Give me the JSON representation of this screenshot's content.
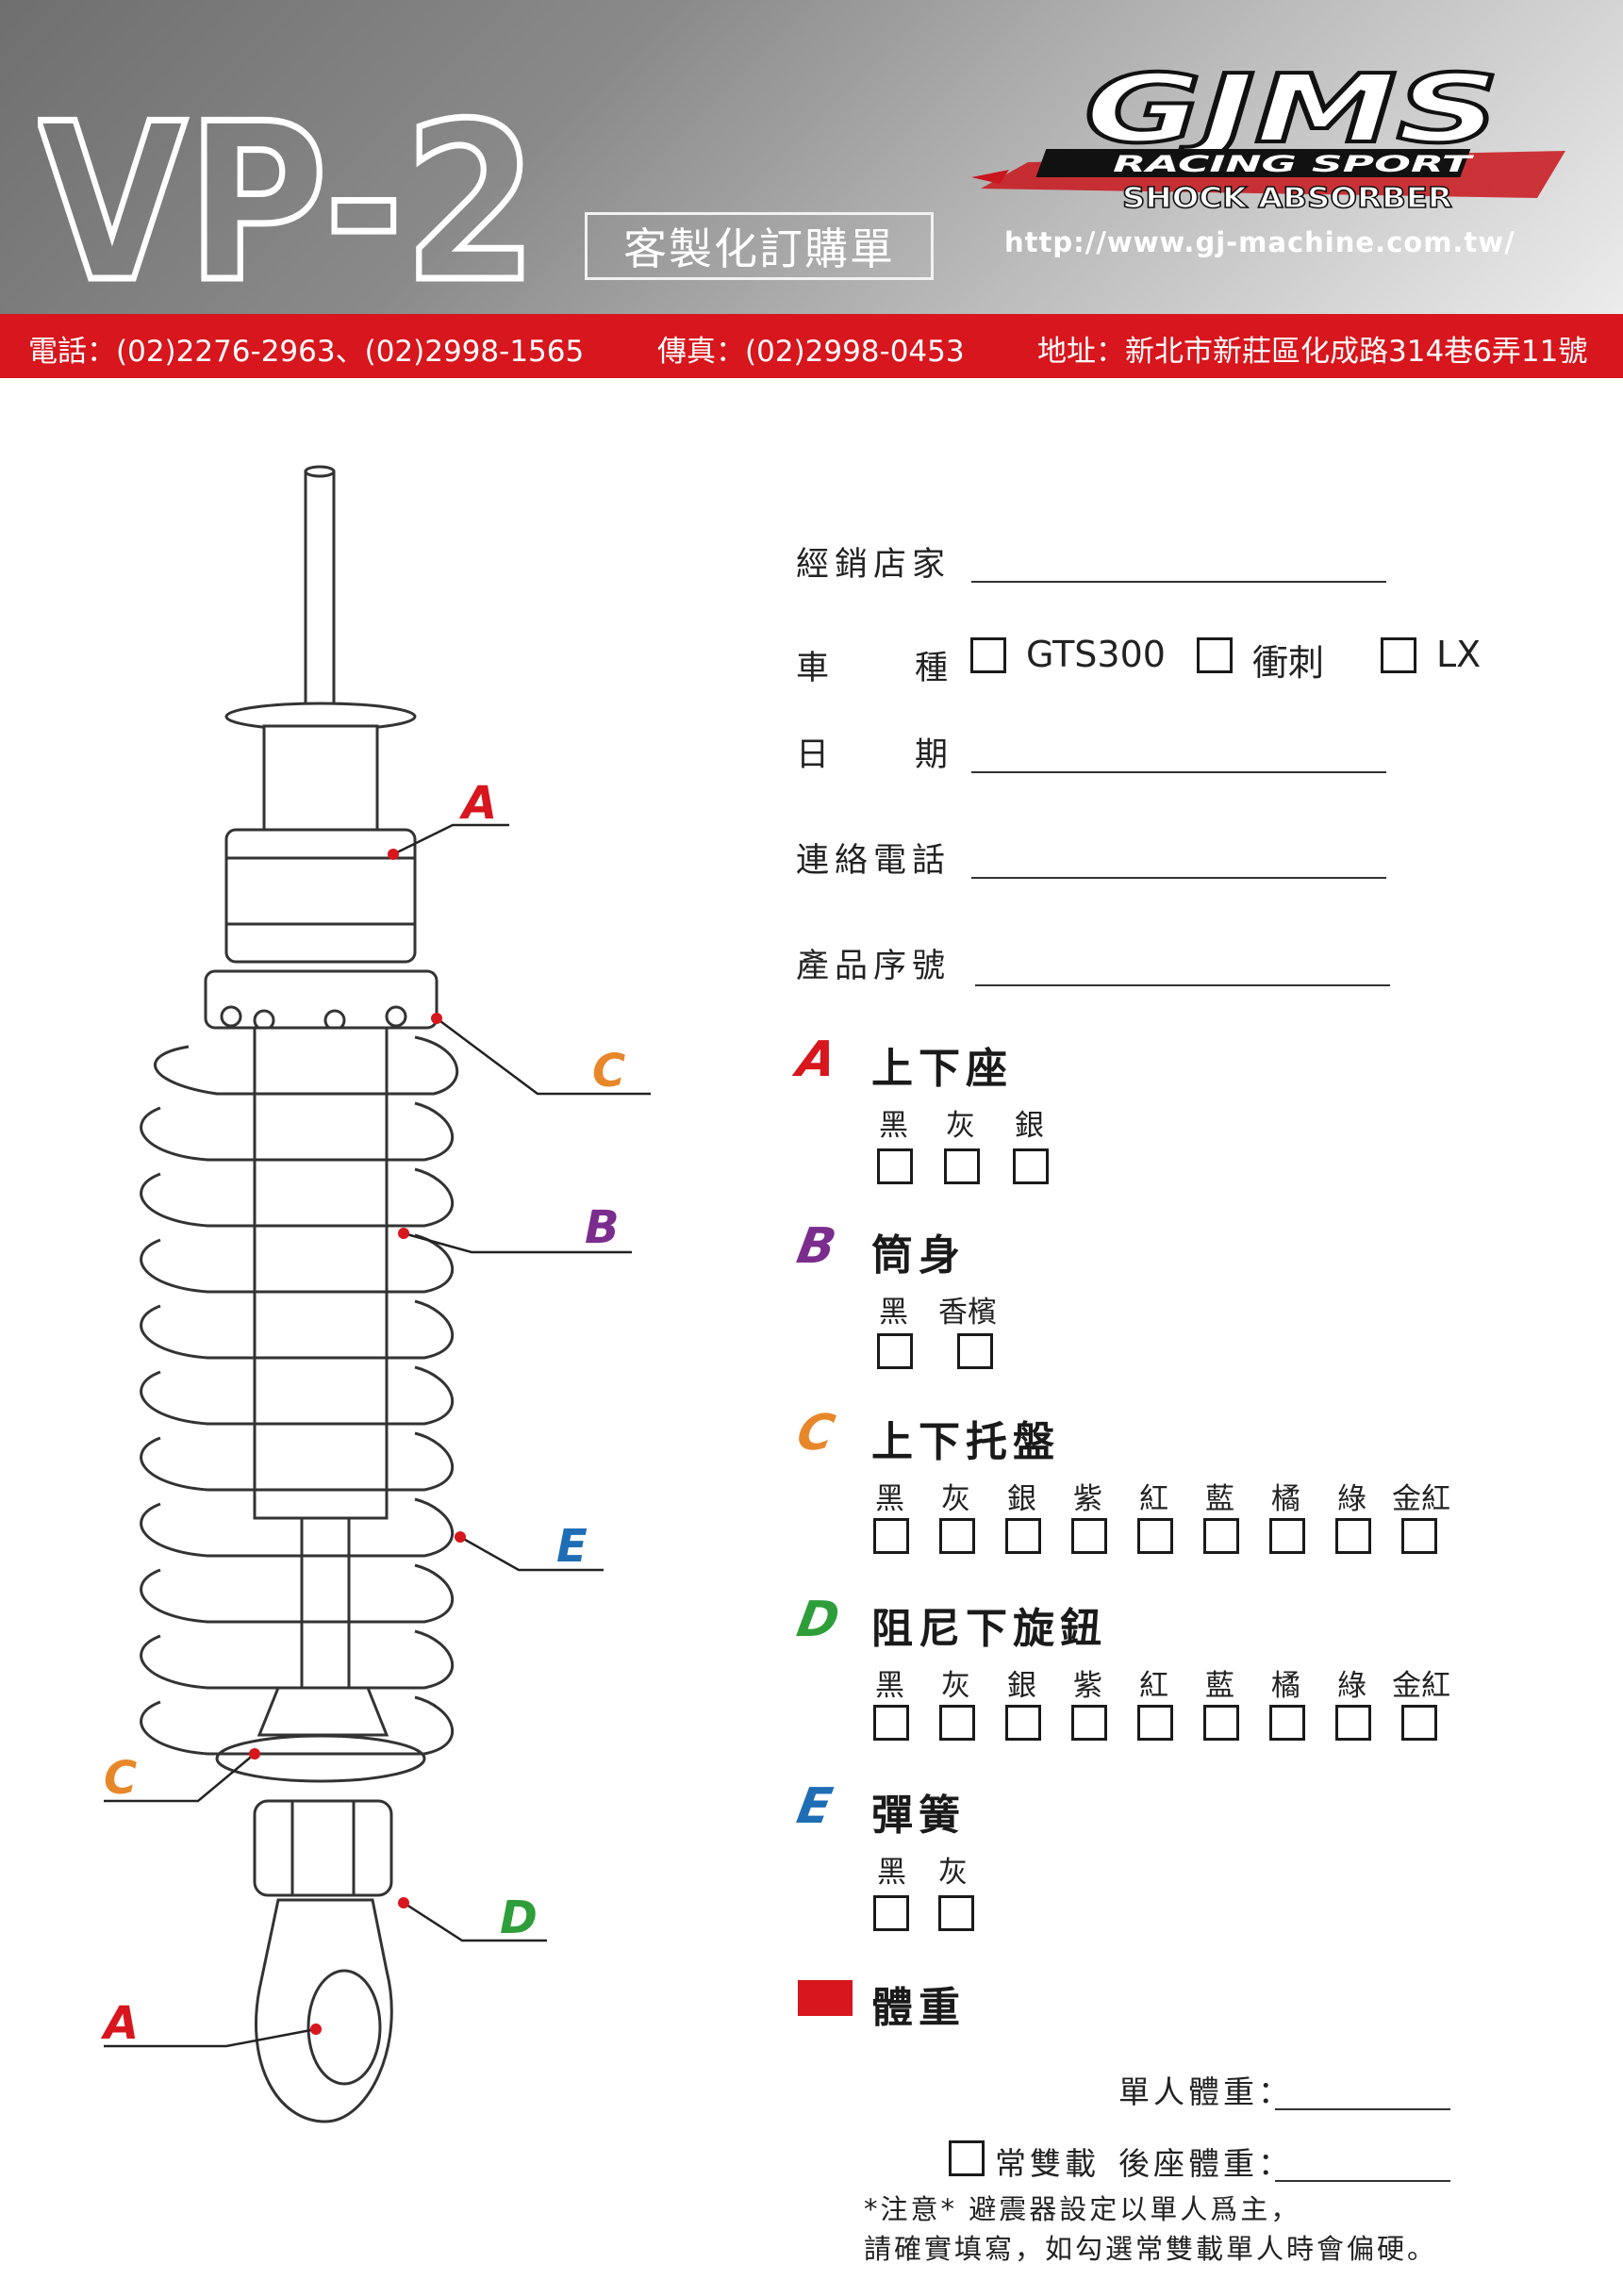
{
  "header": {
    "model": "VP-2",
    "subtitle": "客製化訂購單",
    "logo_main": "GJMS",
    "logo_racing": "RACING SPORT",
    "logo_shock": "SHOCK ABSORBER",
    "website": "http://www.gj-machine.com.tw/"
  },
  "contact": {
    "phone": "電話：(02)2276-2963、(02)2998-1565",
    "fax": "傳真：(02)2998-0453",
    "address": "地址：新北市新莊區化成路314巷6弄11號"
  },
  "diagram_labels": {
    "A": "A",
    "B": "B",
    "C": "C",
    "D": "D",
    "E": "E"
  },
  "form": {
    "dealer_label": "經銷店家",
    "vehicle_label_1": "車",
    "vehicle_label_2": "種",
    "vehicle_options": [
      "GTS300",
      "衝刺",
      "LX"
    ],
    "date_label_1": "日",
    "date_label_2": "期",
    "phone_label": "連絡電話",
    "serial_label": "產品序號"
  },
  "sections": {
    "A": {
      "letter": "A",
      "title": "上下座",
      "options": [
        "黑",
        "灰",
        "銀"
      ],
      "color": "#d7161d"
    },
    "B": {
      "letter": "B",
      "title": "筒身",
      "options": [
        "黑",
        "香檳"
      ],
      "color": "#7b2d8e"
    },
    "C": {
      "letter": "C",
      "title": "上下托盤",
      "options": [
        "黑",
        "灰",
        "銀",
        "紫",
        "紅",
        "藍",
        "橘",
        "綠",
        "金紅"
      ],
      "color": "#e8872a"
    },
    "D": {
      "letter": "D",
      "title": "阻尼下旋鈕",
      "options": [
        "黑",
        "灰",
        "銀",
        "紫",
        "紅",
        "藍",
        "橘",
        "綠",
        "金紅"
      ],
      "color": "#2e9e3a"
    },
    "E": {
      "letter": "E",
      "title": "彈簧",
      "options": [
        "黑",
        "灰"
      ],
      "color": "#1f6db5"
    }
  },
  "weight": {
    "title": "體重",
    "single_label": "單人體重：",
    "double_option": "常雙載",
    "rear_label": "後座體重：",
    "note_line1": "*注意* 避震器設定以單人爲主，",
    "note_line2": "請確實填寫，如勾選常雙載單人時會偏硬。"
  }
}
